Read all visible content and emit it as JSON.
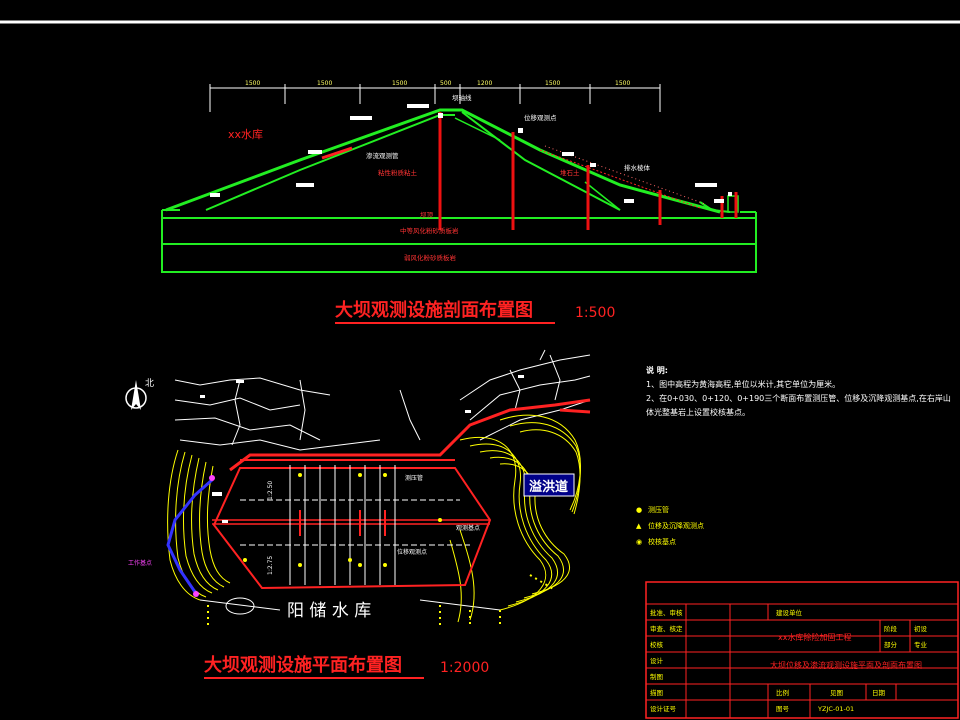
{
  "section": {
    "reservoir_label": "xx水库",
    "dims": [
      "1500",
      "1500",
      "1500",
      "500",
      "1200",
      "1500",
      "1500"
    ],
    "labels": {
      "crest": "坝轴线",
      "displacement_point": "位移观测点",
      "piezometer": "渗流观测管",
      "clay": "粘性粉质粘土",
      "rockfill": "堆石土",
      "foundation_1": "中等风化粉砂质板岩",
      "foundation_2": "弱风化粉砂质板岩",
      "core_top": "坝顶",
      "small_note": "排水棱体"
    },
    "title": "大坝观测设施剖面布置图",
    "scale": "1:500"
  },
  "plan": {
    "north": "北",
    "spillway": "溢洪道",
    "reservoir": "阳 储 水 库",
    "labels": {
      "piezo": "测压管",
      "survey": "位移观测点",
      "baseline": "观测基点",
      "left_point": "工作基点",
      "axis": "1:2.50",
      "axis2": "1:2.75"
    },
    "title": "大坝观测设施平面布置图",
    "scale": "1:2000"
  },
  "notes": {
    "heading": "说 明:",
    "lines": [
      "1、图中高程为黄海高程,单位以米计,其它单位为厘米。",
      "2、在0+030、0+120、0+190三个断面布置测压管、位移及沉降观测基点,在右岸山",
      "   体光整基岩上设置校核基点。"
    ]
  },
  "legend": [
    {
      "symbol": "●",
      "text": "测压管",
      "color": "#ffff00"
    },
    {
      "symbol": "▲",
      "text": "位移及沉降观测点",
      "color": "#ffff00"
    },
    {
      "symbol": "◉",
      "text": "校核基点",
      "color": "#ffff00"
    }
  ],
  "titleblock": {
    "r1": [
      "批准、审核",
      "",
      "建设单位",
      ""
    ],
    "r2": [
      "审查、核定",
      "",
      "xx水库除险加固工程",
      "阶段",
      "初设"
    ],
    "r3": [
      "校核",
      "",
      "",
      "部分",
      "专业"
    ],
    "r4": [
      "设计",
      "",
      "大坝位移及渗流观测设施平面及剖面布置图"
    ],
    "r5": [
      "制图",
      ""
    ],
    "r6": [
      "描图",
      "",
      "比例",
      "见图",
      "日期",
      ""
    ],
    "r7": [
      "设计证号",
      "",
      "图号",
      "YZJC-01-01"
    ]
  }
}
